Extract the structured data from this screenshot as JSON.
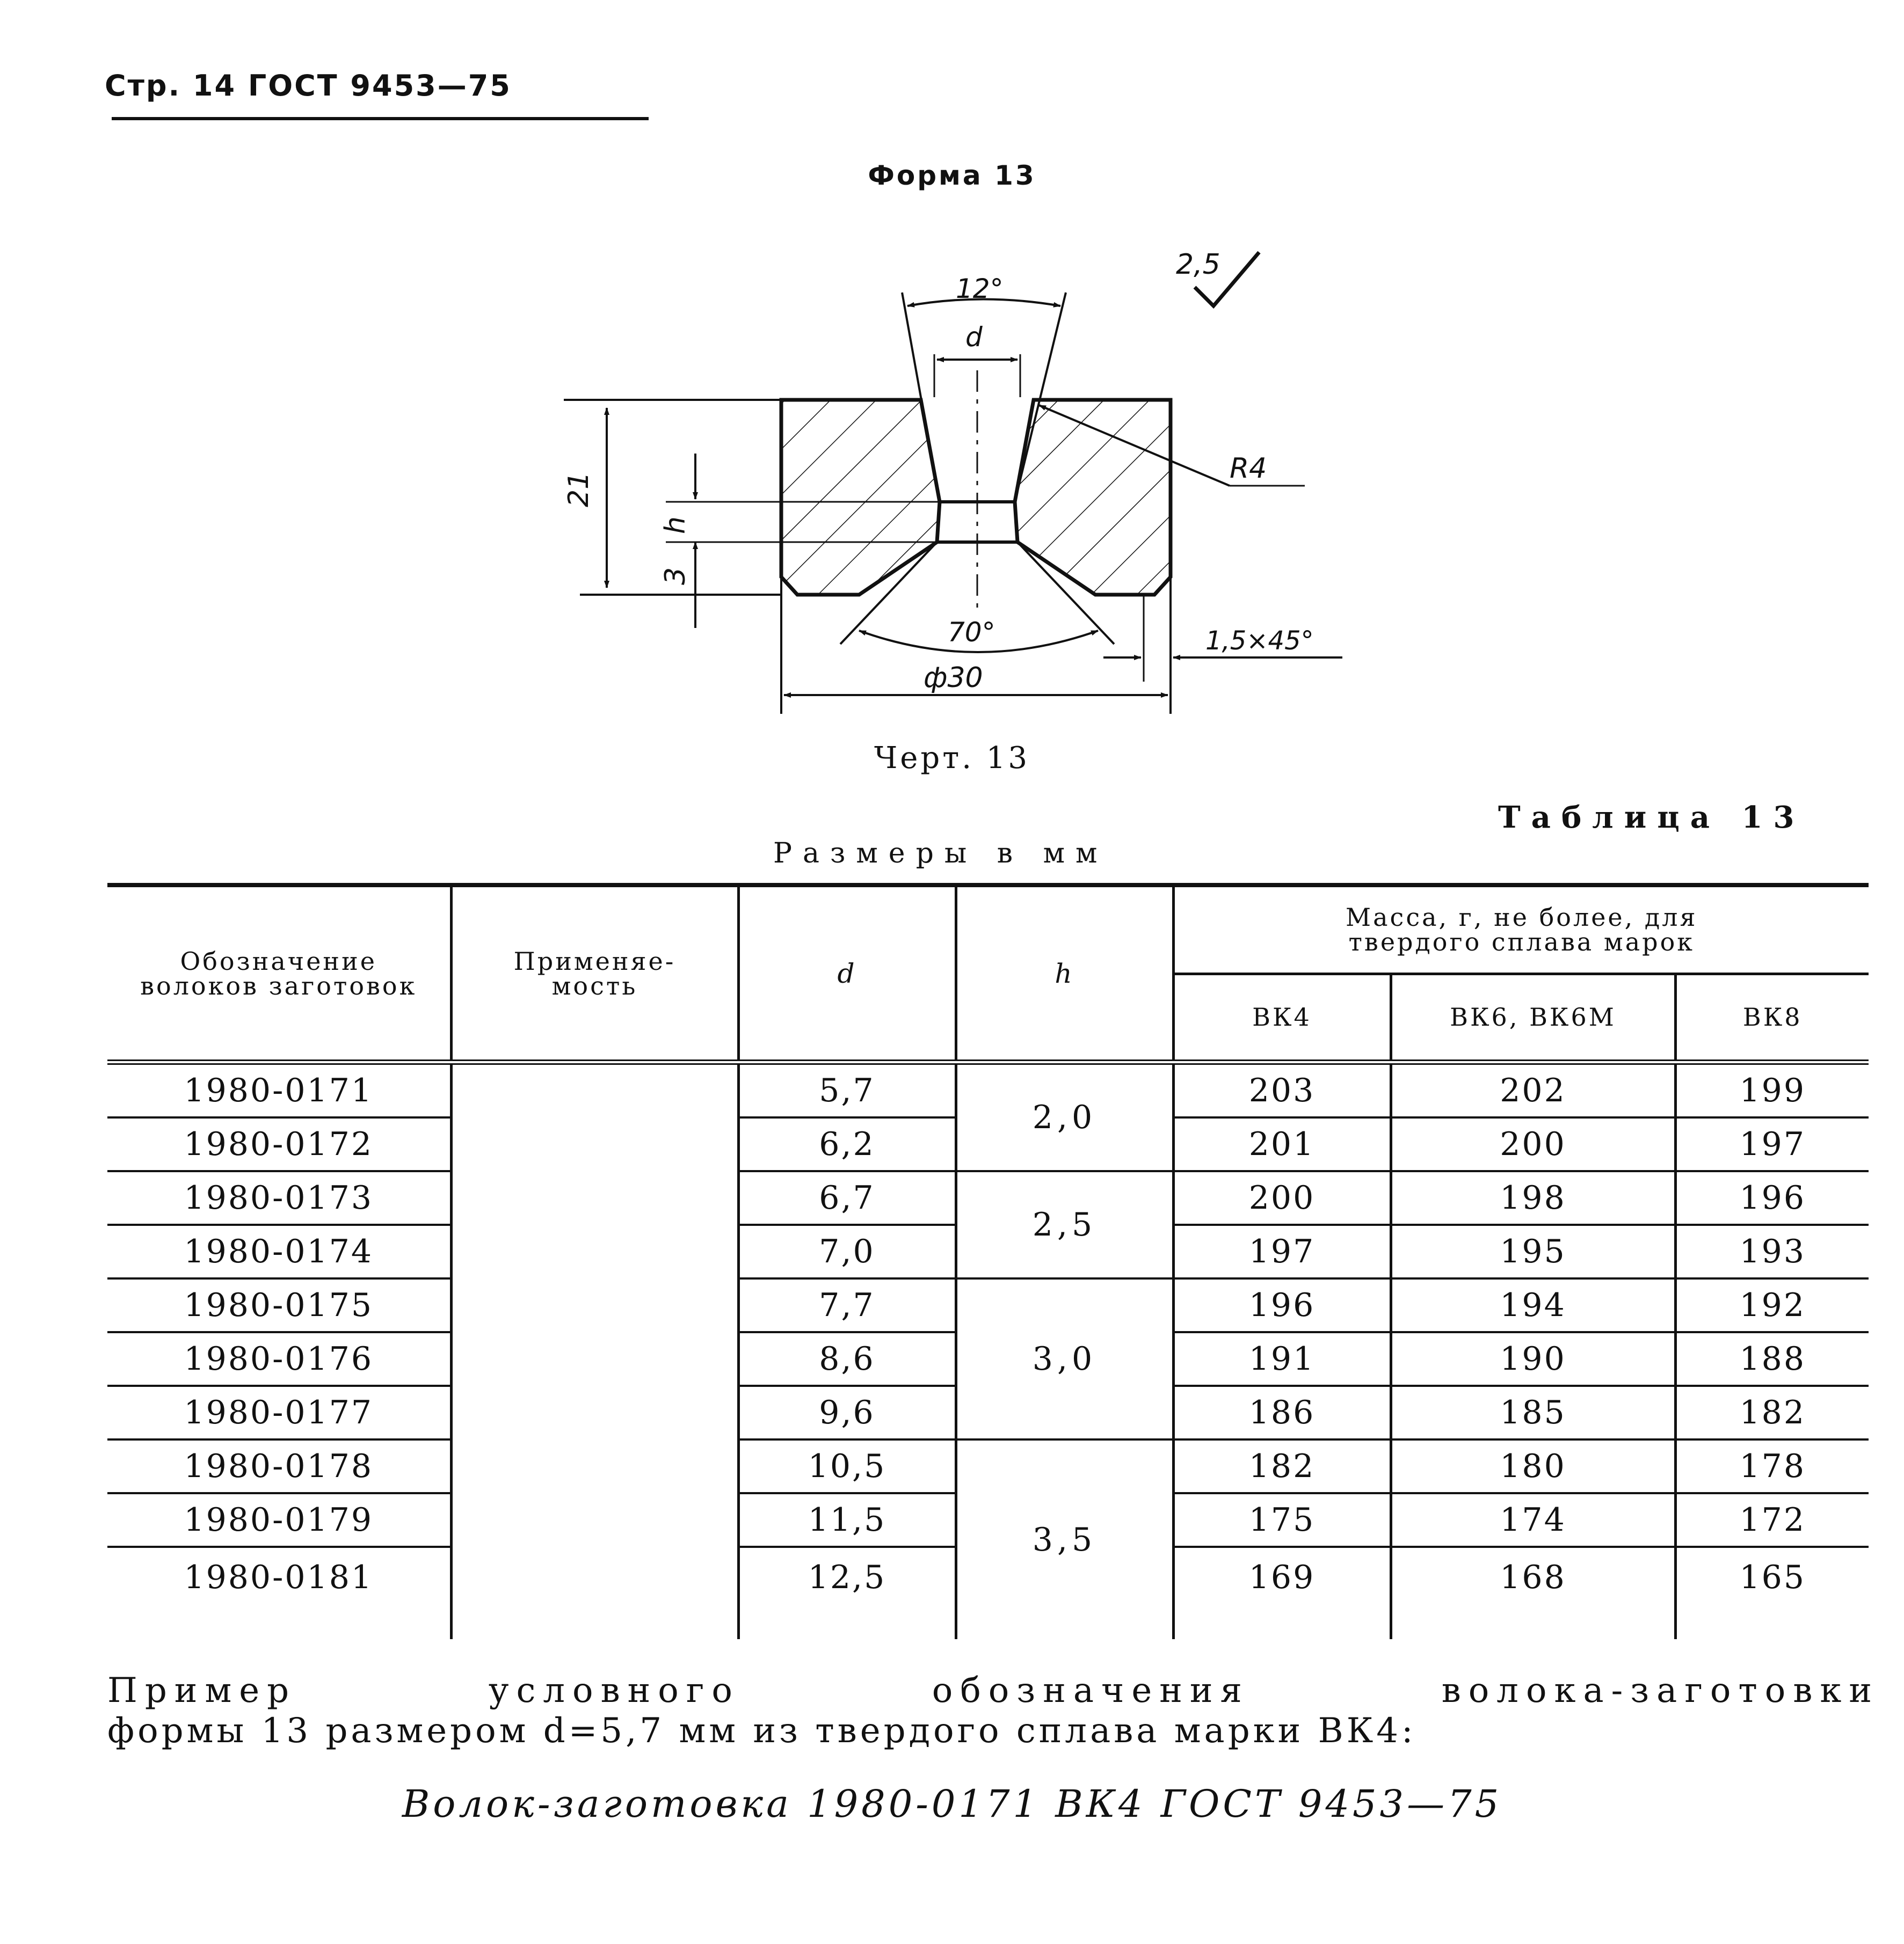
{
  "header": {
    "page_ref": "Стр. 14 ГОСТ 9453—75"
  },
  "form_title": "Форма 13",
  "drawing": {
    "roughness": "2,5",
    "angle_top": "12°",
    "dim_d": "d",
    "dim_radius": "R4",
    "dim_height": "21",
    "dim_h": "h",
    "dim_3": "3",
    "angle_bottom": "70°",
    "chamfer": "1,5×45°",
    "diameter": "ф30"
  },
  "caption": "Черт. 13",
  "table_title": "Таблица 13",
  "units_note": "Размеры в мм",
  "table": {
    "col_designation": "Обозначение волоков заготовок",
    "col_applicability": "Применяе-мость",
    "col_d": "d",
    "col_h": "h",
    "col_mass_group": "Масса, г, не более, для твердого сплава марок",
    "col_vk4": "ВК4",
    "col_vk6": "ВК6, ВК6М",
    "col_vk8": "ВК8",
    "rows": [
      {
        "designation": "1980-0171",
        "d": "5,7",
        "vk4": "203",
        "vk6": "202",
        "vk8": "199"
      },
      {
        "designation": "1980-0172",
        "d": "6,2",
        "vk4": "201",
        "vk6": "200",
        "vk8": "197"
      },
      {
        "designation": "1980-0173",
        "d": "6,7",
        "vk4": "200",
        "vk6": "198",
        "vk8": "196"
      },
      {
        "designation": "1980-0174",
        "d": "7,0",
        "vk4": "197",
        "vk6": "195",
        "vk8": "193"
      },
      {
        "designation": "1980-0175",
        "d": "7,7",
        "vk4": "196",
        "vk6": "194",
        "vk8": "192"
      },
      {
        "designation": "1980-0176",
        "d": "8,6",
        "vk4": "191",
        "vk6": "190",
        "vk8": "188"
      },
      {
        "designation": "1980-0177",
        "d": "9,6",
        "vk4": "186",
        "vk6": "185",
        "vk8": "182"
      },
      {
        "designation": "1980-0178",
        "d": "10,5",
        "vk4": "182",
        "vk6": "180",
        "vk8": "178"
      },
      {
        "designation": "1980-0179",
        "d": "11,5",
        "vk4": "175",
        "vk6": "174",
        "vk8": "172"
      },
      {
        "designation": "1980-0181",
        "d": "12,5",
        "vk4": "169",
        "vk6": "168",
        "vk8": "165"
      }
    ],
    "h_groups": [
      "2,0",
      "2,5",
      "3,0",
      "3,5"
    ]
  },
  "example": {
    "title": "Пример условного обозначения волока-заготовки",
    "text": "формы 13 размером d=5,7 мм из твердого сплава марки ВК4:",
    "designation": "Волок-заготовка 1980-0171 ВК4 ГОСТ 9453—75"
  }
}
